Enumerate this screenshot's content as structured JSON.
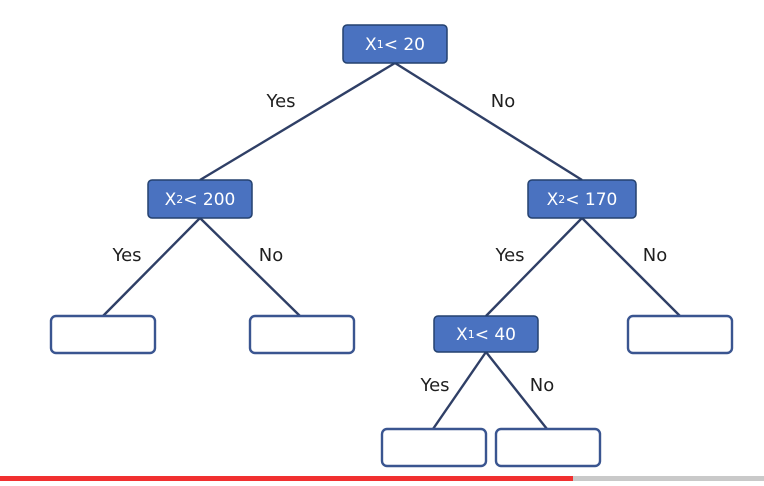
{
  "colors": {
    "decision_fill": "#4a72c0",
    "decision_stroke": "#24416f",
    "leaf_stroke": "#3a5590",
    "edge": "#2f3f66",
    "progress_fill": "#f12f2f",
    "progress_track": "#c9c9c9"
  },
  "tree": {
    "root": {
      "var": "X",
      "sub": "1",
      "cmp": "< 20",
      "yes_label": "Yes",
      "no_label": "No"
    },
    "left": {
      "var": "X",
      "sub": "2",
      "cmp": "< 200",
      "yes_label": "Yes",
      "no_label": "No"
    },
    "right": {
      "var": "X",
      "sub": "2",
      "cmp": "< 170",
      "yes_label": "Yes",
      "no_label": "No"
    },
    "right_left": {
      "var": "X",
      "sub": "1",
      "cmp": "< 40",
      "yes_label": "Yes",
      "no_label": "No"
    }
  },
  "video": {
    "progress_fraction": 0.75
  }
}
